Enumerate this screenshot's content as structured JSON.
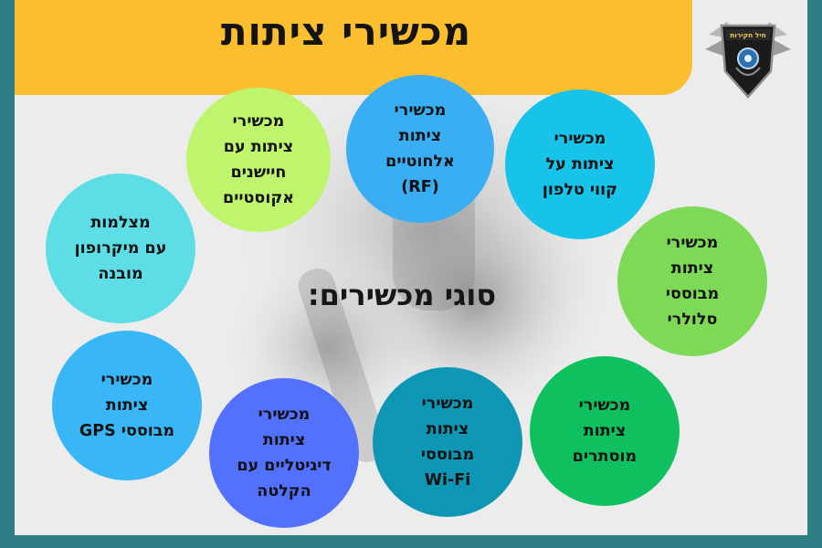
{
  "page": {
    "title": "מכשירי ציתות",
    "subtitle": "סוגי מכשירים:"
  },
  "colors": {
    "banner": "#fbbe2e",
    "frame": "#2f7e86",
    "background": "#ececec"
  },
  "logo": {
    "icon": "shield-eagle-logo",
    "text": "חיל חקירות"
  },
  "bubbles": [
    {
      "label": "מכשירי\nציתות\nאלחוטיים\n(RF)",
      "color": "#3aaef2"
    },
    {
      "label": "מכשירי\nציתות עם\nחיישנים\nאקוסטיים",
      "color": "#bff56d"
    },
    {
      "label": "מכשירי\nציתות על\nקווי טלפון",
      "color": "#17c3e8"
    },
    {
      "label": "מצלמות\nעם מיקרופון\nמובנה",
      "color": "#5ddde6"
    },
    {
      "label": "מכשירי\nציתות\nמבוססי\nסלולרי",
      "color": "#7ed957"
    },
    {
      "label": "מכשירי\nציתות\nמבוססי GPS",
      "color": "#38b6f6"
    },
    {
      "label": "מכשירי\nציתות\nדיגיטליים עם\nהקלטה",
      "color": "#5271ff"
    },
    {
      "label": "מכשירי\nציתות\nמבוססי\nWi-Fi",
      "color": "#0e97b4"
    },
    {
      "label": "מכשירי\nציתות\nמוסתרים",
      "color": "#0fc15e"
    }
  ]
}
